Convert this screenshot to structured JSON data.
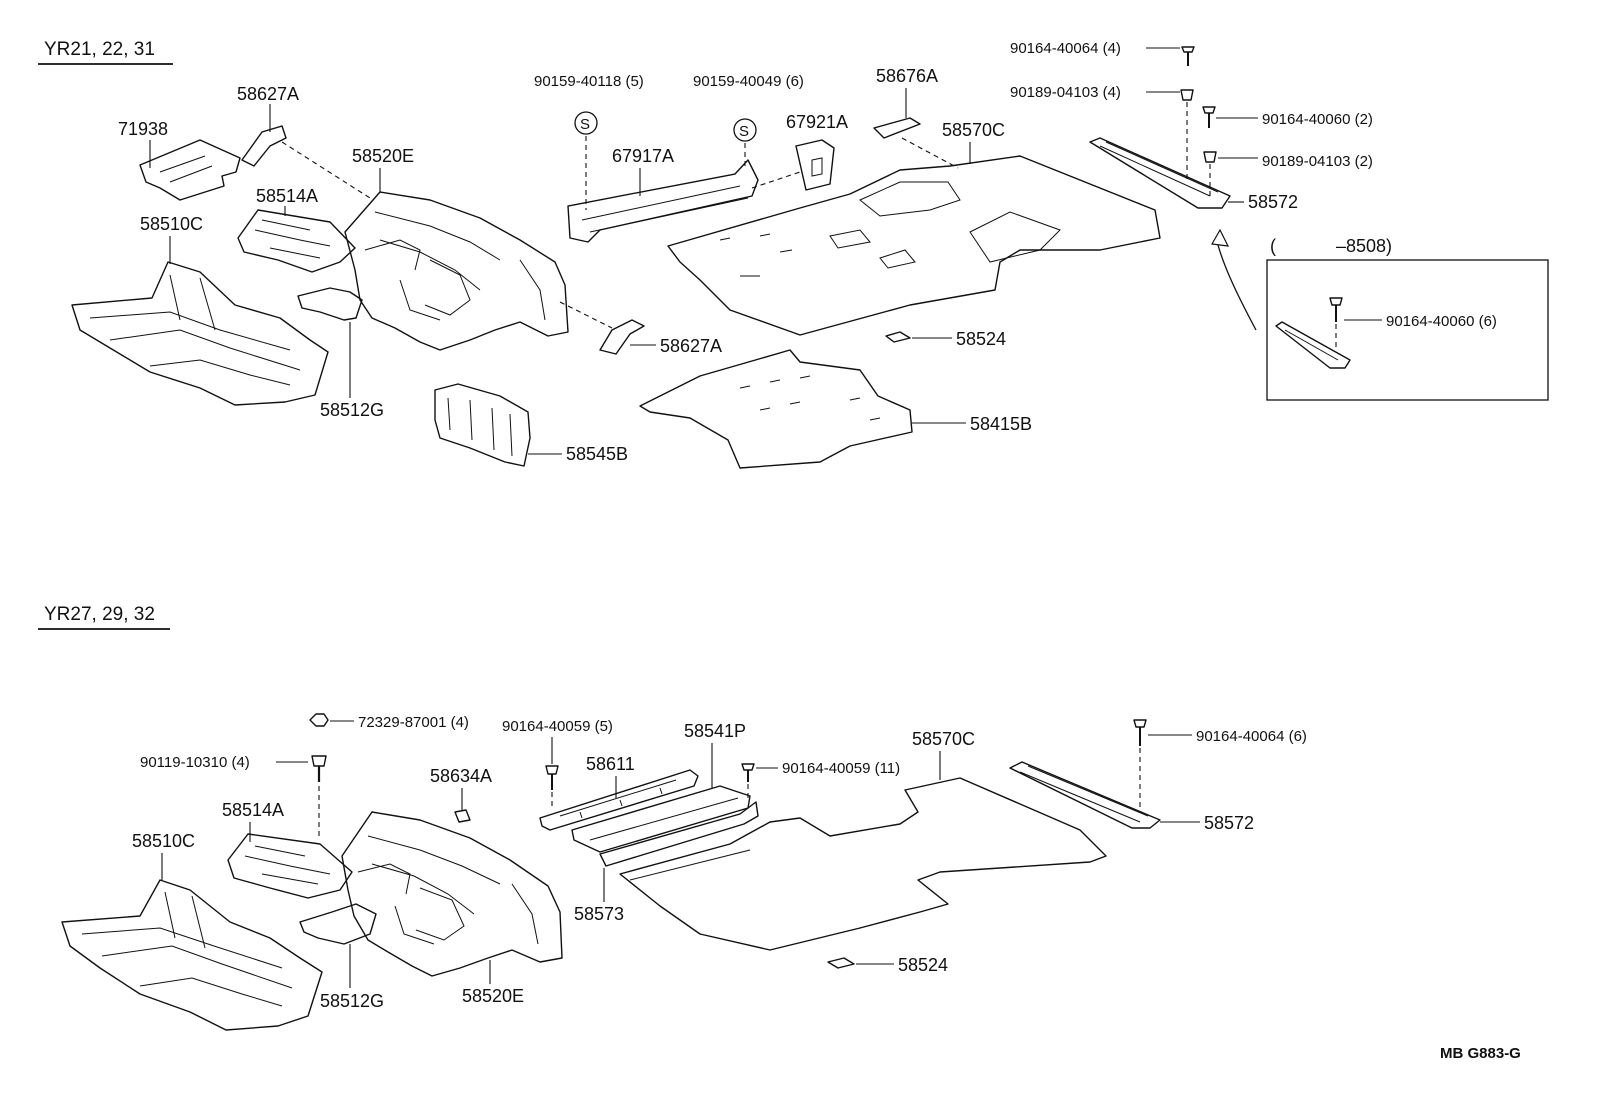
{
  "groups": [
    {
      "heading": "YR21, 22, 31",
      "labels": {
        "p71938": "71938",
        "p58627a_top": "58627A",
        "p58520e": "58520E",
        "p58514a": "58514A",
        "p58510c": "58510C",
        "p58512g": "58512G",
        "p58545b": "58545B",
        "p58627a_bot": "58627A",
        "f90159_40118": "90159-40118 (5)",
        "f90159_40049": "90159-40049 (6)",
        "p67917a": "67917A",
        "p67921a": "67921A",
        "p58676a": "58676A",
        "p58570c": "58570C",
        "p58524": "58524",
        "p58415b": "58415B",
        "f90164_40064_4": "90164-40064 (4)",
        "f90189_04103_4": "90189-04103 (4)",
        "f90164_40060_2": "90164-40060 (2)",
        "f90189_04103_2": "90189-04103 (2)",
        "p58572": "58572",
        "inset_range_open": "(",
        "inset_range_end": "–8508)",
        "f90164_40060_6": "90164-40060 (6)",
        "clip_s1": "S",
        "clip_s2": "S"
      }
    },
    {
      "heading": "YR27, 29, 32",
      "labels": {
        "f72329_87001": "72329-87001 (4)",
        "f90119_10310": "90119-10310 (4)",
        "p58514a": "58514A",
        "p58510c": "58510C",
        "p58634a": "58634A",
        "p58512g": "58512G",
        "p58520e": "58520E",
        "f90164_40059_5": "90164-40059 (5)",
        "p58611": "58611",
        "p58541p": "58541P",
        "f90164_40059_11": "90164-40059 (11)",
        "p58573": "58573",
        "p58570c": "58570C",
        "p58524": "58524",
        "f90164_40064_6": "90164-40064 (6)",
        "p58572": "58572"
      }
    }
  ],
  "footer_code": "MB G883-G"
}
